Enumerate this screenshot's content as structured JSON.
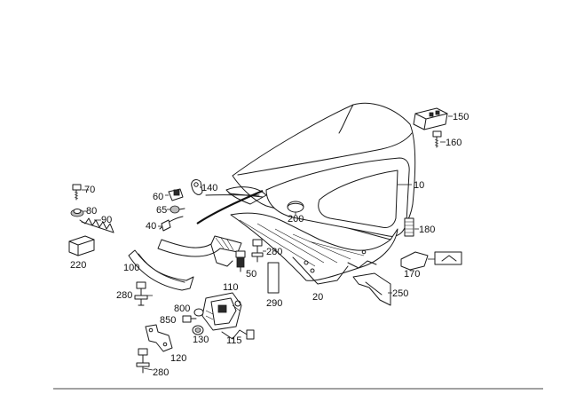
{
  "diagram": {
    "callouts": [
      {
        "id": "c10",
        "text": "10"
      },
      {
        "id": "c20",
        "text": "20"
      },
      {
        "id": "c40",
        "text": "40"
      },
      {
        "id": "c50",
        "text": "50"
      },
      {
        "id": "c60",
        "text": "60"
      },
      {
        "id": "c65",
        "text": "65"
      },
      {
        "id": "c70",
        "text": "70"
      },
      {
        "id": "c80",
        "text": "80"
      },
      {
        "id": "c90",
        "text": "90"
      },
      {
        "id": "c100",
        "text": "100"
      },
      {
        "id": "c110",
        "text": "110"
      },
      {
        "id": "c115",
        "text": "115"
      },
      {
        "id": "c120",
        "text": "120"
      },
      {
        "id": "c130",
        "text": "130"
      },
      {
        "id": "c140",
        "text": "140"
      },
      {
        "id": "c150",
        "text": "150"
      },
      {
        "id": "c160",
        "text": "160"
      },
      {
        "id": "c170",
        "text": "170"
      },
      {
        "id": "c180",
        "text": "180"
      },
      {
        "id": "c200",
        "text": "200"
      },
      {
        "id": "c220",
        "text": "220"
      },
      {
        "id": "c250",
        "text": "250"
      },
      {
        "id": "c280a",
        "text": "280"
      },
      {
        "id": "c280b",
        "text": "280"
      },
      {
        "id": "c280c",
        "text": "280"
      },
      {
        "id": "c290",
        "text": "290"
      },
      {
        "id": "c800",
        "text": "800"
      },
      {
        "id": "c850",
        "text": "850"
      }
    ]
  }
}
